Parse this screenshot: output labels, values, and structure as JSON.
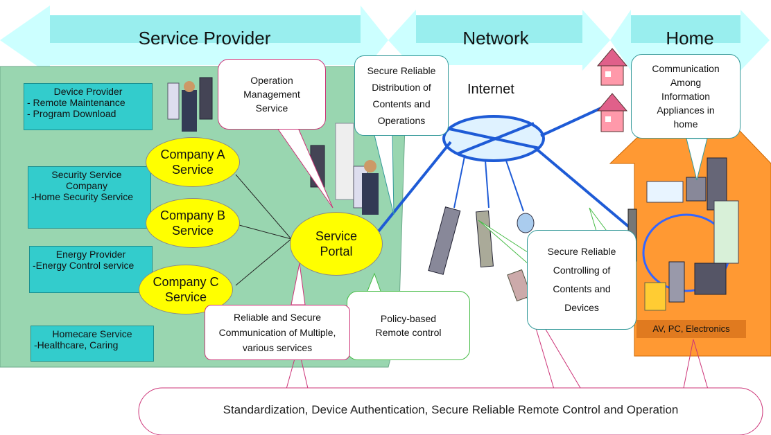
{
  "headers": {
    "service_provider": "Service Provider",
    "network": "Network",
    "home": "Home"
  },
  "internet_label": "Internet",
  "service_boxes": [
    {
      "title": "Device Provider",
      "lines": [
        "- Remote Maintenance",
        "- Program Download"
      ]
    },
    {
      "title": "Security Service Company",
      "lines": [
        "-Home Security Service"
      ]
    },
    {
      "title": "Energy Provider",
      "lines": [
        "-Energy Control service"
      ]
    },
    {
      "title": "Homecare Service",
      "lines": [
        "-Healthcare, Caring"
      ]
    }
  ],
  "company_nodes": [
    {
      "label": "Company A Service"
    },
    {
      "label": "Company B Service"
    },
    {
      "label": "Company C Service"
    }
  ],
  "service_portal": "Service Portal",
  "callouts": {
    "operation_management": "Operation Management Service",
    "secure_distribution": "Secure Reliable Distribution of Contents and Operations",
    "communication_among": "Communication Among Information Appliances in home",
    "policy_remote": "Policy-based Remote control",
    "reliable_secure_comm": "Reliable and Secure Communication of Multiple, various services",
    "secure_controlling": "Secure Reliable Controlling of Contents and Devices"
  },
  "home_label": "AV, PC, Electronics",
  "bottom_banner": "Standardization, Device Authentication, Secure Reliable Remote Control and Operation",
  "colors": {
    "arrow": "#ccffff",
    "arrow_band": "#99eeee",
    "provider_area": "#99d6b0",
    "service_box": "#33cccc",
    "company_node": "#ffff00",
    "home_arrow": "#ff9933",
    "network_line": "#1e5bd6",
    "callout_pink": "#cc3377",
    "callout_teal": "#339999",
    "callout_green": "#44bb44"
  }
}
